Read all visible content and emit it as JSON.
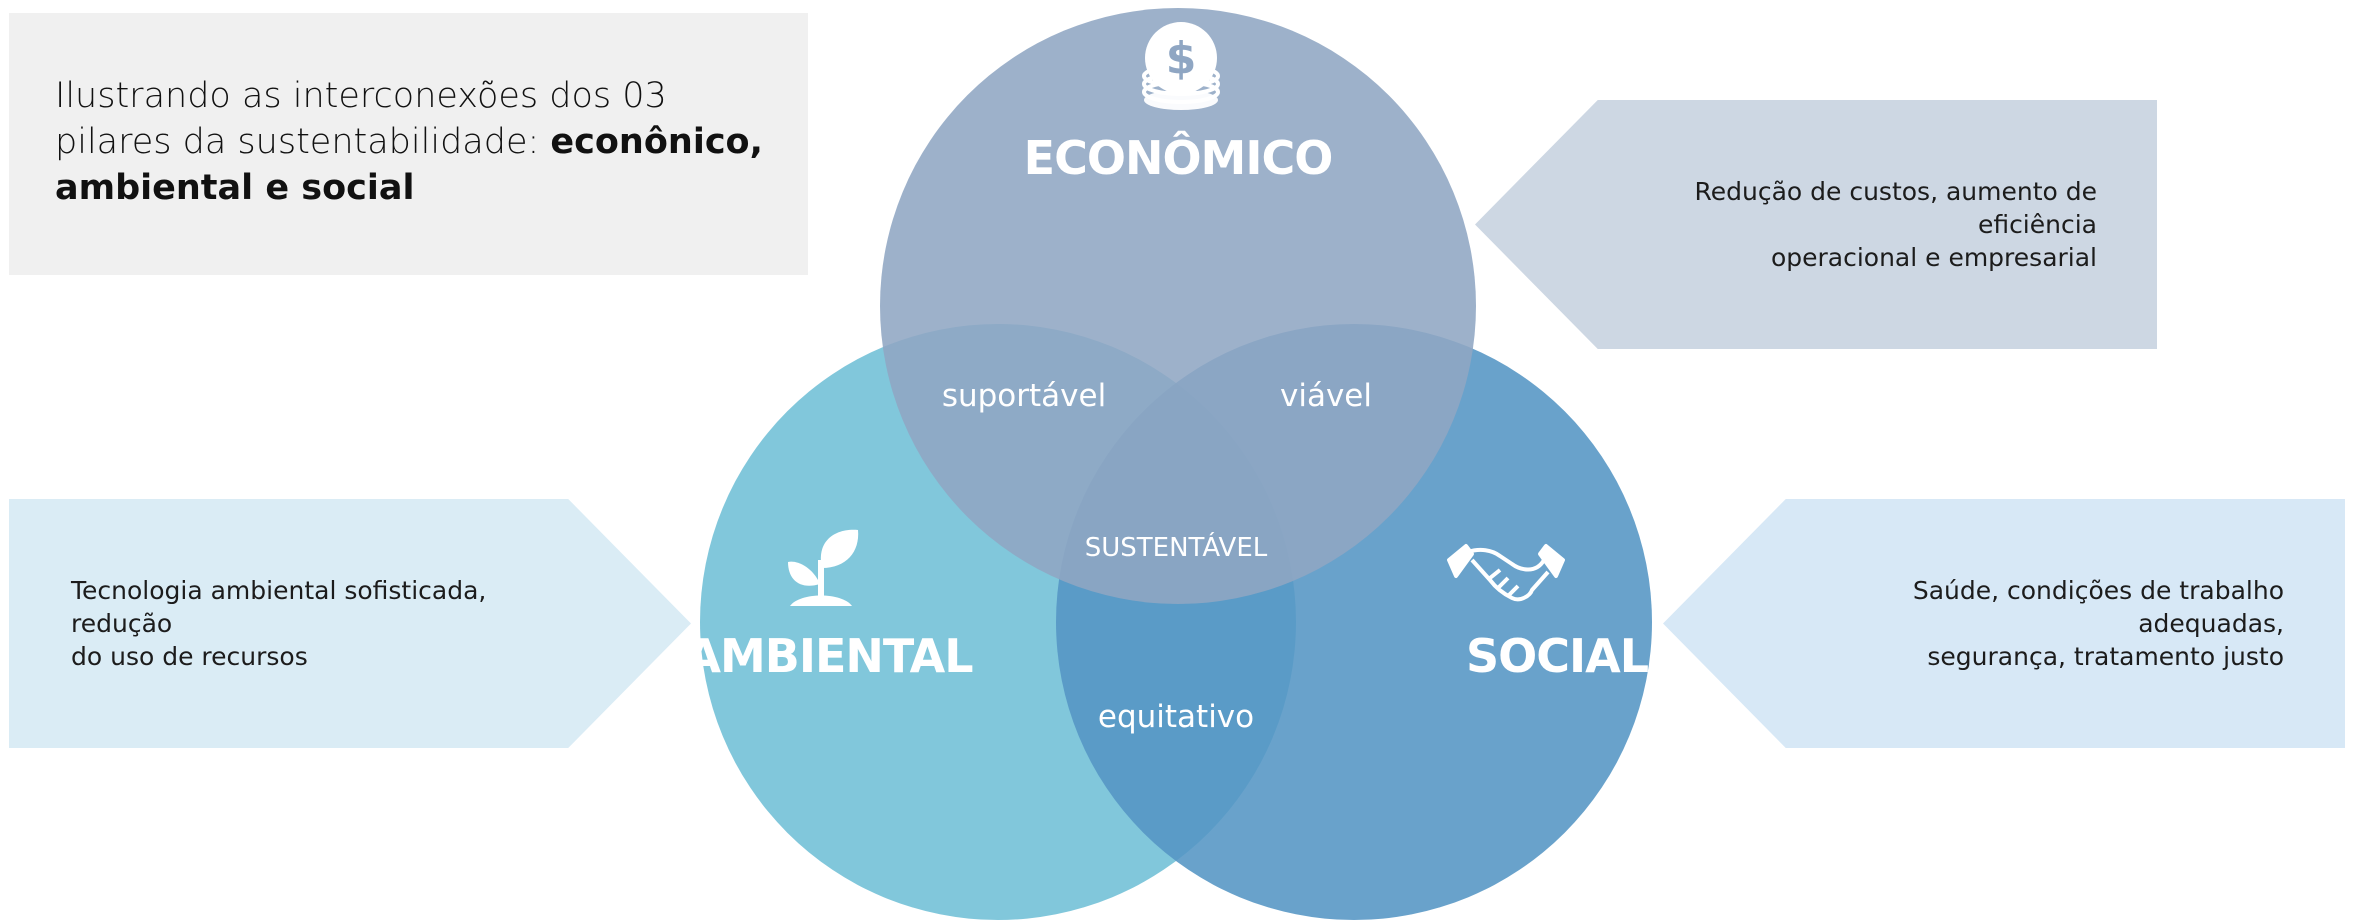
{
  "title": {
    "line1": "Ilustrando as interconexões dos 03",
    "line2_prefix": "pilares da sustentabilidade: ",
    "line2_bold": "econônico,",
    "line3_bold": "ambiental e social"
  },
  "pillars": {
    "economico": {
      "label": "ECONÔMICO",
      "icon": "dollar-coins-icon",
      "color": "#8fa6c3"
    },
    "ambiental": {
      "label": "AMBIENTAL",
      "icon": "sprout-icon",
      "color": "#70bfd6"
    },
    "social": {
      "label": "SOCIAL",
      "icon": "handshake-icon",
      "color": "#5495c4"
    }
  },
  "overlaps": {
    "economico_ambiental": "suportável",
    "economico_social": "viável",
    "ambiental_social": "equitativo",
    "center": "SUSTENTÁVEL"
  },
  "callouts": {
    "economico": {
      "line1": "Redução de custos, aumento de eficiência",
      "line2": "operacional e empresarial"
    },
    "ambiental": {
      "line1": "Tecnologia ambiental sofisticada, redução",
      "line2": "do uso de recursos"
    },
    "social": {
      "line1": "Saúde, condições de trabalho adequadas,",
      "line2": "segurança, tratamento justo"
    }
  }
}
